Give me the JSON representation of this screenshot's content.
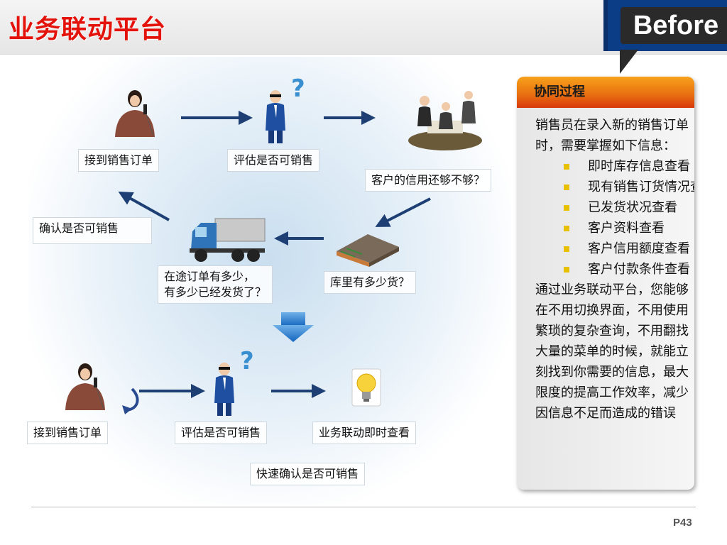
{
  "title": "业务联动平台",
  "badge": "Before",
  "labels": {
    "receive_order_top": "接到销售订单",
    "evaluate_top": "评估是否可销售",
    "credit_check": "客户的信用还够不够？",
    "confirm_sale": "确认是否可销售",
    "in_transit": "在途订单有多少，\n有多少已经发货了？",
    "warehouse_stock": "库里有多少货？",
    "receive_order_bottom": "接到销售订单",
    "evaluate_bottom": "评估是否可销售",
    "instant_view": "业务联动即时查看",
    "quick_confirm": "快速确认是否可销售"
  },
  "panel": {
    "heading": "协同过程",
    "intro": "销售员在录入新的销售订单时，需要掌握如下信息：",
    "items": [
      "即时库存信息查看",
      "现有销售订货情况查看",
      "已发货状况查看",
      "客户资料查看",
      "客户信用额度查看",
      "客户付款条件查看"
    ],
    "conclusion": "通过业务联动平台，您能够在不用切换界面，不用使用繁琐的复杂查询，不用翻找大量的菜单的时候，就能立刻找到你需要的信息，最大限度的提高工作效率，减少因信息不足而造成的错误"
  },
  "page_number": "P43",
  "colors": {
    "title": "#e3120b",
    "arrow": "#1d3f73",
    "badge_bg": "#0b3d86",
    "panel_head": "#e86d10",
    "bullet": "#e7c000"
  },
  "icons": [
    "phone-person-icon",
    "question-person-icon",
    "meeting-icon",
    "truck-icon",
    "warehouse-icon",
    "down-arrow-icon",
    "lightbulb-icon",
    "curved-arrow-icon"
  ]
}
